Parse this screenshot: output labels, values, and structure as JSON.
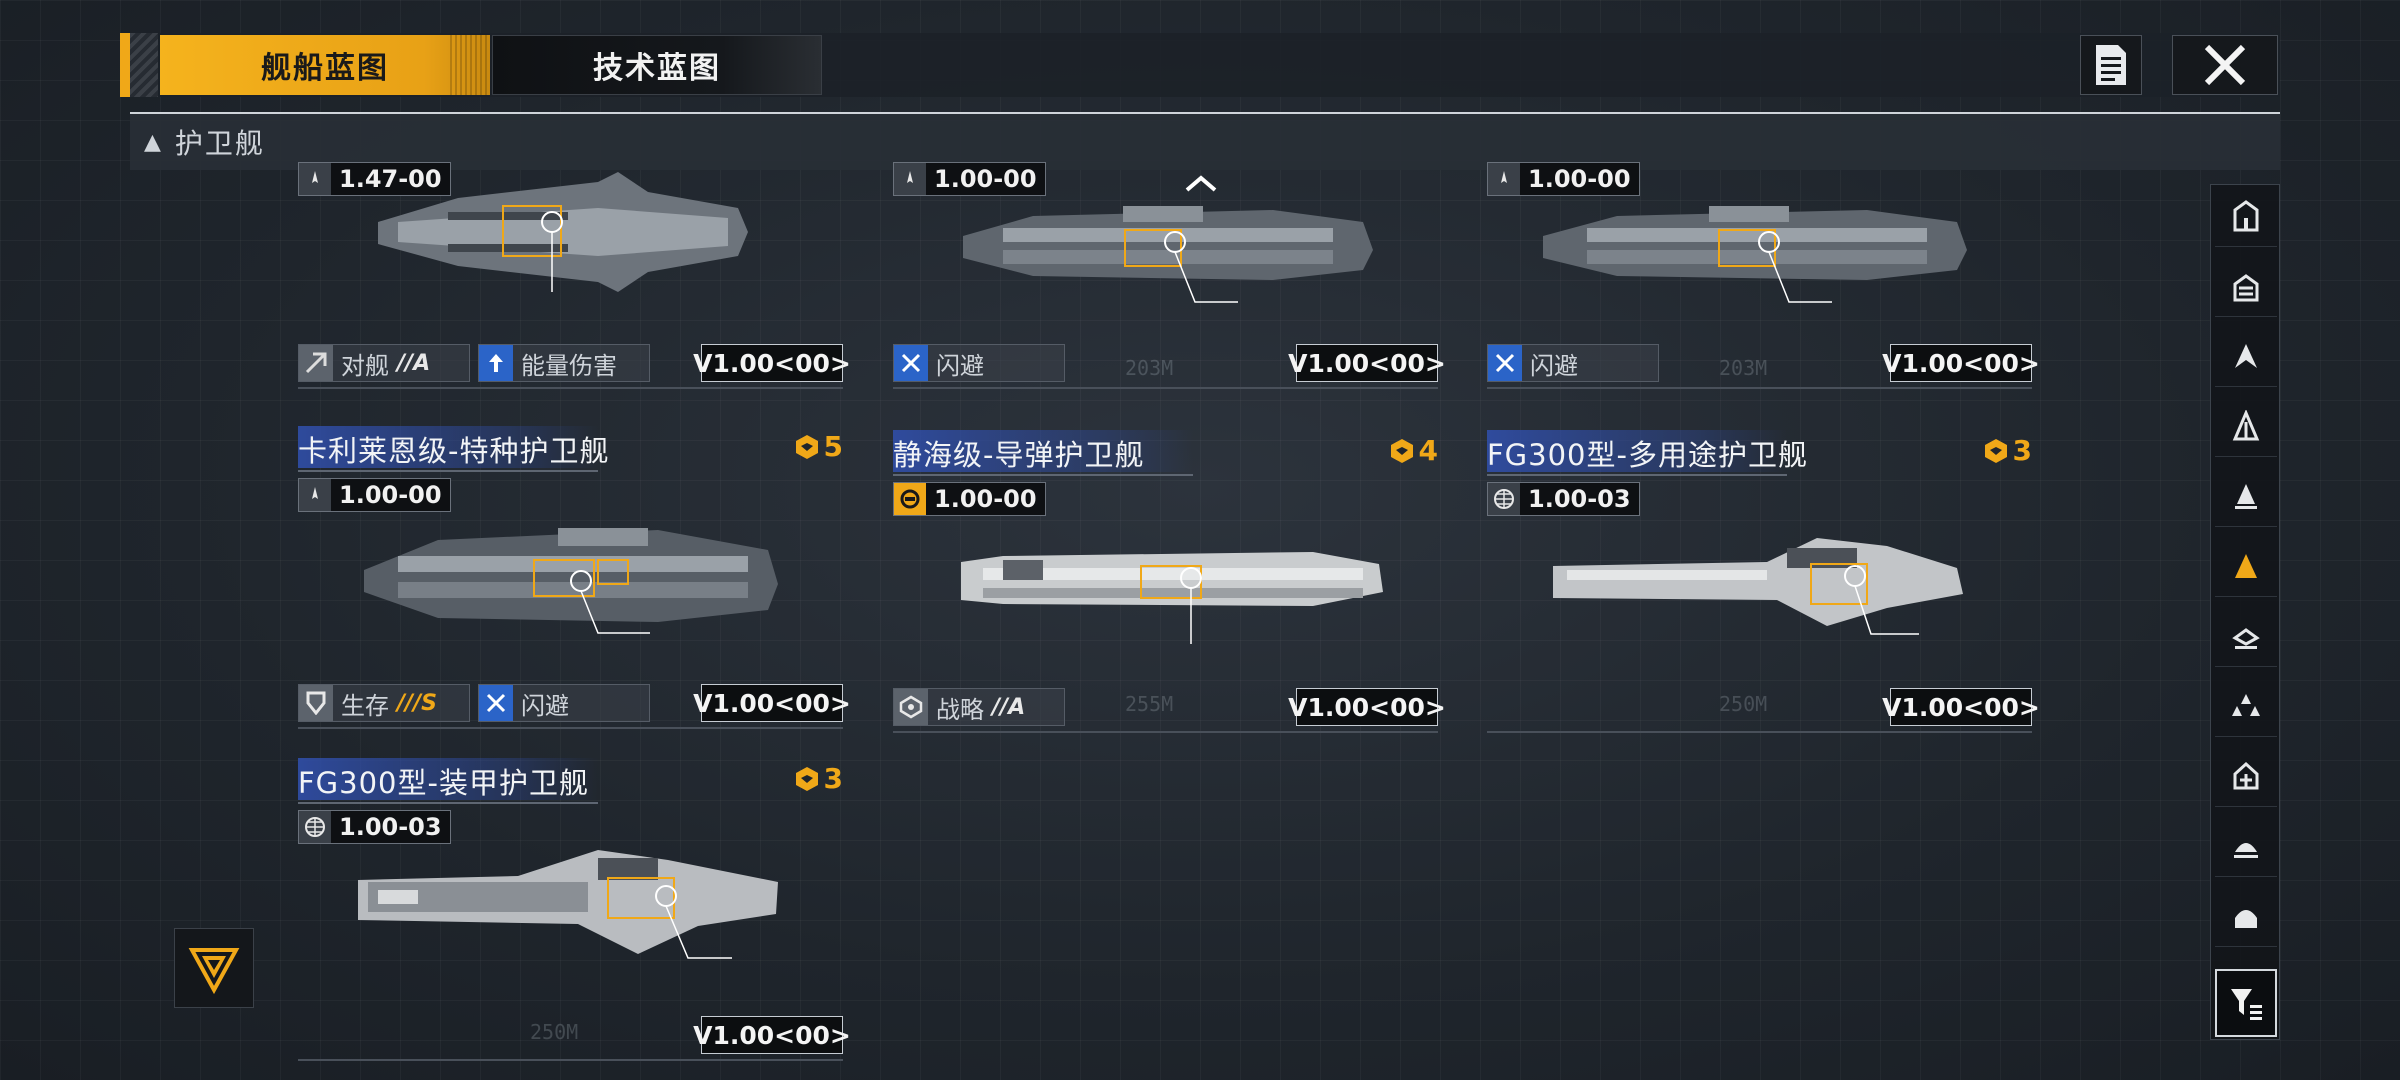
{
  "tabs": {
    "ship_blueprint": "舰船蓝图",
    "tech_blueprint": "技术蓝图"
  },
  "icons": {
    "doc": "document-icon",
    "close": "close-icon",
    "filter": "filter-icon",
    "emblem": "faction-emblem-icon"
  },
  "category": {
    "label": "护卫舰"
  },
  "top_row": [
    {
      "version_tag": "1.47-00",
      "traits": [
        {
          "label": "对舰",
          "grade": "//A",
          "icon": "anti-ship-icon"
        },
        {
          "label": "能量伤害",
          "grade": "",
          "icon": "energy-damage-icon"
        }
      ],
      "version": "V1.00<00>"
    },
    {
      "version_tag": "1.00-00",
      "traits": [
        {
          "label": "闪避",
          "grade": "",
          "icon": "evasion-icon"
        }
      ],
      "version": "V1.00<00>",
      "ghost": "203M"
    },
    {
      "version_tag": "1.00-00",
      "traits": [
        {
          "label": "闪避",
          "grade": "",
          "icon": "evasion-icon"
        }
      ],
      "version": "V1.00<00>",
      "ghost": "203M"
    }
  ],
  "ships": [
    {
      "name": "卡利莱恩级-特种护卫舰",
      "rank": "5",
      "version_tag": "1.00-00",
      "tag_icon": "missile-icon",
      "traits": [
        {
          "label": "生存",
          "grade": "///S",
          "icon": "shield-icon"
        },
        {
          "label": "闪避",
          "grade": "",
          "icon": "evasion-icon"
        }
      ],
      "version": "V1.00<00>"
    },
    {
      "name": "静海级-导弹护卫舰",
      "rank": "4",
      "version_tag": "1.00-00",
      "tag_icon": "faction-badge-icon",
      "traits": [
        {
          "label": "战略",
          "grade": "//A",
          "icon": "strategy-icon"
        }
      ],
      "version": "V1.00<00>",
      "ghost": "255M"
    },
    {
      "name": "FG300型-多用途护卫舰",
      "rank": "3",
      "version_tag": "1.00-03",
      "tag_icon": "globe-icon",
      "traits": [],
      "version": "V1.00<00>",
      "ghost": "250M"
    },
    {
      "name": "FG300型-装甲护卫舰",
      "rank": "3",
      "version_tag": "1.00-03",
      "tag_icon": "globe-icon",
      "traits": [],
      "version": "V1.00<00>",
      "ghost": "250M"
    }
  ],
  "rail_icons": [
    "frigate-class-icon-1",
    "frigate-class-icon-2",
    "frigate-class-icon-3",
    "frigate-class-icon-4",
    "frigate-class-icon-5",
    "frigate-class-icon-6-active",
    "frigate-class-icon-7",
    "frigate-class-icon-8",
    "frigate-class-icon-9",
    "frigate-class-icon-10",
    "frigate-class-icon-11"
  ],
  "colors": {
    "accent": "#f0a818",
    "title_blue": "#304ea8",
    "trait_blue": "#2b64c8",
    "panel": "#1f252c"
  }
}
